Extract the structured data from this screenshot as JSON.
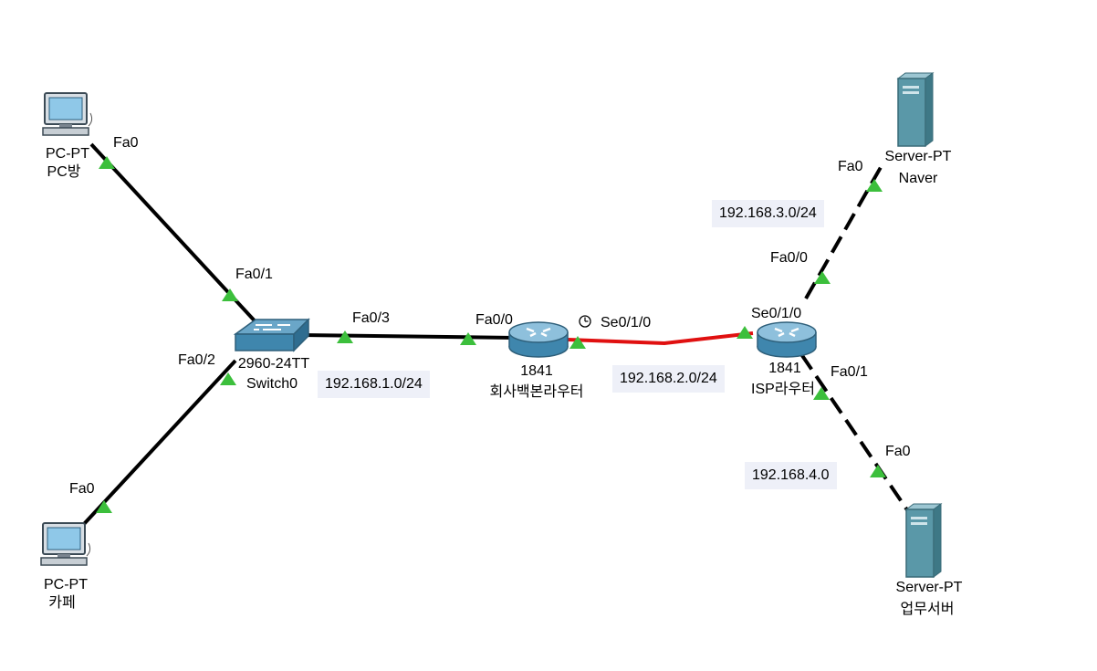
{
  "devices": {
    "pc_top": {
      "model": "PC-PT",
      "name": "PC방"
    },
    "pc_bottom": {
      "model": "PC-PT",
      "name": "카페"
    },
    "switch": {
      "model": "2960-24TT",
      "name": "Switch0"
    },
    "router_company": {
      "model": "1841",
      "name": "회사백본라우터"
    },
    "router_isp": {
      "model": "1841",
      "name": "ISP라우터"
    },
    "server_naver": {
      "model": "Server-PT",
      "name": "Naver"
    },
    "server_work": {
      "model": "Server-PT",
      "name": "업무서버"
    }
  },
  "ports": {
    "pc_top_fa0": "Fa0",
    "sw_fa01": "Fa0/1",
    "sw_fa02": "Fa0/2",
    "pc_bottom_fa0": "Fa0",
    "sw_fa03": "Fa0/3",
    "r1_fa00": "Fa0/0",
    "r1_se010": "Se0/1/0",
    "r2_se010": "Se0/1/0",
    "r2_fa00": "Fa0/0",
    "naver_fa0": "Fa0",
    "r2_fa01": "Fa0/1",
    "work_fa0": "Fa0"
  },
  "networks": {
    "lan1": "192.168.1.0/24",
    "wan": "192.168.2.0/24",
    "naver_net": "192.168.3.0/24",
    "work_net": "192.168.4.0"
  },
  "colors": {
    "copper": "#000000",
    "serial": "#e01010",
    "link_up": "#3cbf3c",
    "device_blue": "#4a8fb4",
    "server_teal": "#5a98a8",
    "network_box": "#eef0f8"
  }
}
